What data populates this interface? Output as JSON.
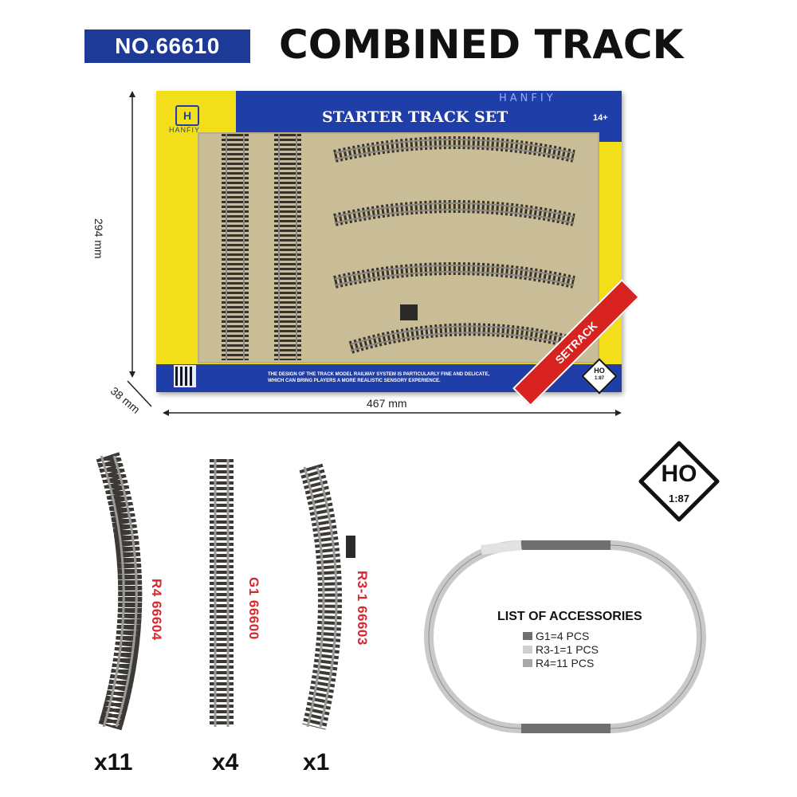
{
  "header": {
    "product_code": "NO.66610",
    "title": "COMBINED TRACK"
  },
  "box": {
    "brand": "HANFIY",
    "title": "STARTER TRACK SET",
    "age": "14+",
    "description": "THE DESIGN OF THE TRACK MODEL RAILWAY SYSTEM IS PARTICULARLY FINE AND DELICATE, WHICH CAN BRING PLAYERS A MORE REALISTIC SENSORY EXPERIENCE.",
    "ribbon": "SETRACK",
    "scale": "HO",
    "scale_ratio": "1:87"
  },
  "dimensions": {
    "height": "294 mm",
    "depth": "38 mm",
    "width": "467 mm"
  },
  "tracks": [
    {
      "label": "R4 66604",
      "quantity": "x11"
    },
    {
      "label": "G1 66600",
      "quantity": "x4"
    },
    {
      "label": "R3-1 66603",
      "quantity": "x1"
    }
  ],
  "scale_badge": {
    "main": "HO",
    "ratio": "1:87"
  },
  "accessories": {
    "title": "LIST OF ACCESSORIES",
    "items": [
      {
        "text": "G1=4 PCS",
        "color": "#6f6f6f"
      },
      {
        "text": "R3-1=1 PCS",
        "color": "#cfcfcf"
      },
      {
        "text": "R4=11 PCS",
        "color": "#a8a8a8"
      }
    ]
  }
}
